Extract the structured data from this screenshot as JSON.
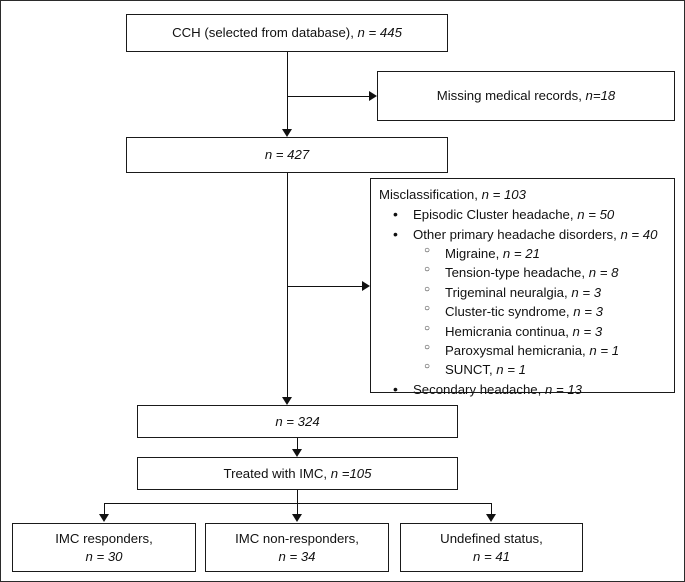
{
  "figure": {
    "type": "flowchart",
    "title": "Patient selection flow diagram"
  },
  "nodes": {
    "source": {
      "label": "CCH (selected from database), ",
      "n_text": "n = 445",
      "n_value": 445
    },
    "excluded_missing": {
      "label": "Missing medical records, ",
      "n_text": "n=18",
      "n_value": 18
    },
    "after_missing": {
      "n_text": "n = 427",
      "n_value": 427
    },
    "after_misclass": {
      "n_text": "n = 324",
      "n_value": 324
    },
    "treated": {
      "label": "Treated with IMC, ",
      "n_text": "n =105",
      "n_value": 105
    }
  },
  "misclassification": {
    "heading_label": "Misclassification, ",
    "heading_n": "n = 103",
    "heading_n_value": 103,
    "items": [
      {
        "level": 1,
        "label": "Episodic Cluster headache, ",
        "n_text": "n = 50",
        "n_value": 50
      },
      {
        "level": 1,
        "label": "Other primary headache disorders, ",
        "n_text": "n = 40",
        "n_value": 40
      },
      {
        "level": 2,
        "label": "Migraine, ",
        "n_text": "n = 21",
        "n_value": 21
      },
      {
        "level": 2,
        "label": "Tension-type headache, ",
        "n_text": "n = 8",
        "n_value": 8
      },
      {
        "level": 2,
        "label": "Trigeminal neuralgia, ",
        "n_text": "n = 3",
        "n_value": 3
      },
      {
        "level": 2,
        "label": "Cluster-tic syndrome, ",
        "n_text": "n = 3",
        "n_value": 3
      },
      {
        "level": 2,
        "label": "Hemicrania continua, ",
        "n_text": "n = 3",
        "n_value": 3
      },
      {
        "level": 2,
        "label": "Paroxysmal hemicrania, ",
        "n_text": "n = 1",
        "n_value": 1
      },
      {
        "level": 2,
        "label": "SUNCT, ",
        "n_text": "n = 1",
        "n_value": 1
      },
      {
        "level": 1,
        "label": "Secondary headache, ",
        "n_text": "n = 13",
        "n_value": 13
      }
    ]
  },
  "outcomes": [
    {
      "label": "IMC responders,",
      "n_text": "n = 30",
      "n_value": 30
    },
    {
      "label": "IMC non-responders,",
      "n_text": "n = 34",
      "n_value": 34
    },
    {
      "label": "Undefined status,",
      "n_text": "n = 41",
      "n_value": 41
    }
  ]
}
